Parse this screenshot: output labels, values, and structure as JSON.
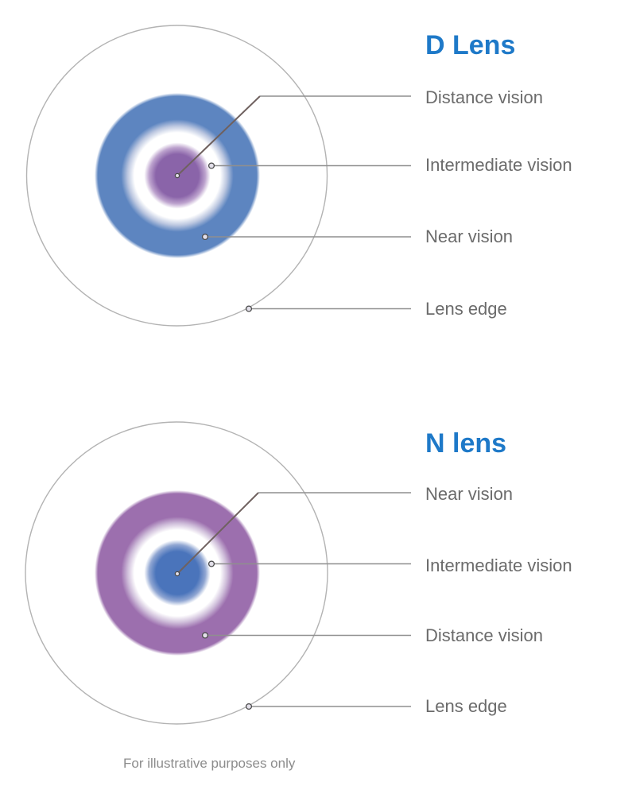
{
  "caption": "For illustrative purposes only",
  "colors": {
    "background": "#ffffff",
    "title_blue": "#1e79c8",
    "label_gray": "#6b6b6b",
    "caption_gray": "#8c8c8c",
    "leader_line_gray": "#8f8f8f",
    "leader_line_dark": "#6f615f",
    "lens_edge_circle_gray": "#b3b3b3",
    "dot_fill": "#e3e0ea",
    "dot_stroke": "#4a4a4a",
    "d_center_purple": "#8a64a9",
    "d_ring_blue": "#5d85c0",
    "n_center_blue": "#4a74bb",
    "n_ring_purple": "#9c6fae",
    "intermediate_white": "#ffffff"
  },
  "d_lens": {
    "title": "D Lens",
    "labels": {
      "distance": "Distance vision",
      "intermediate": "Intermediate vision",
      "near": "Near vision",
      "edge": "Lens edge"
    }
  },
  "n_lens": {
    "title": "N lens",
    "labels": {
      "near": "Near vision",
      "intermediate": "Intermediate vision",
      "distance": "Distance vision",
      "edge": "Lens edge"
    }
  }
}
